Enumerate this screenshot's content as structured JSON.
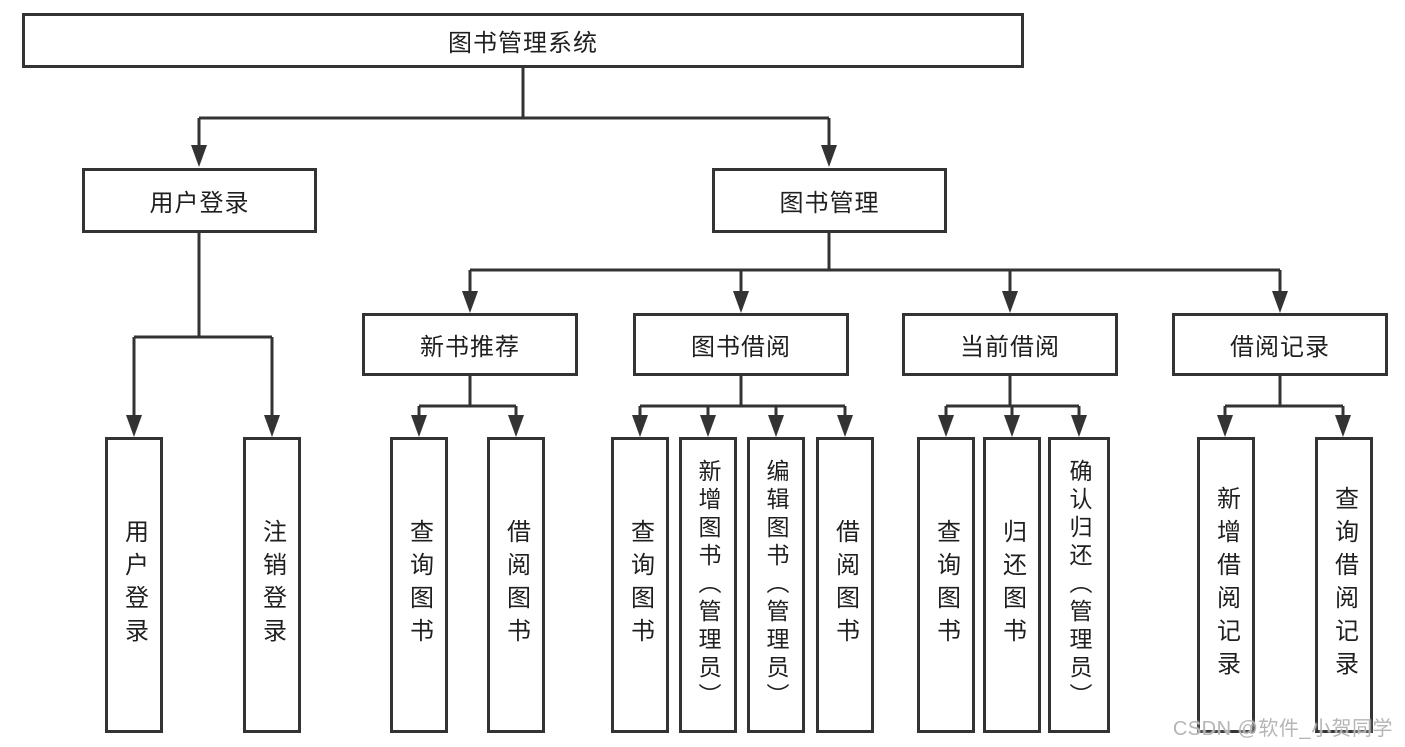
{
  "diagram": {
    "root": {
      "label": "图书管理系统"
    },
    "level2": [
      {
        "label": "用户登录"
      },
      {
        "label": "图书管理"
      }
    ],
    "level3": [
      {
        "label": "新书推荐"
      },
      {
        "label": "图书借阅"
      },
      {
        "label": "当前借阅"
      },
      {
        "label": "借阅记录"
      }
    ],
    "leaves": {
      "user_login": [
        "用户登录",
        "注销登录"
      ],
      "new_book_recommend": [
        "查询图书",
        "借阅图书"
      ],
      "book_borrow": [
        "查询图书",
        "新增图书（管理员）",
        "编辑图书（管理员）",
        "借阅图书"
      ],
      "current_borrow": [
        "查询图书",
        "归还图书",
        "确认归还（管理员）"
      ],
      "borrow_record": [
        "新增借阅记录",
        "查询借阅记录"
      ]
    },
    "watermark": "CSDN @软件_小贺同学",
    "colors": {
      "line": "#333333",
      "border": "#333333",
      "text": "#1f1f1f",
      "background": "#ffffff",
      "watermark": "#b5b5b5"
    }
  }
}
